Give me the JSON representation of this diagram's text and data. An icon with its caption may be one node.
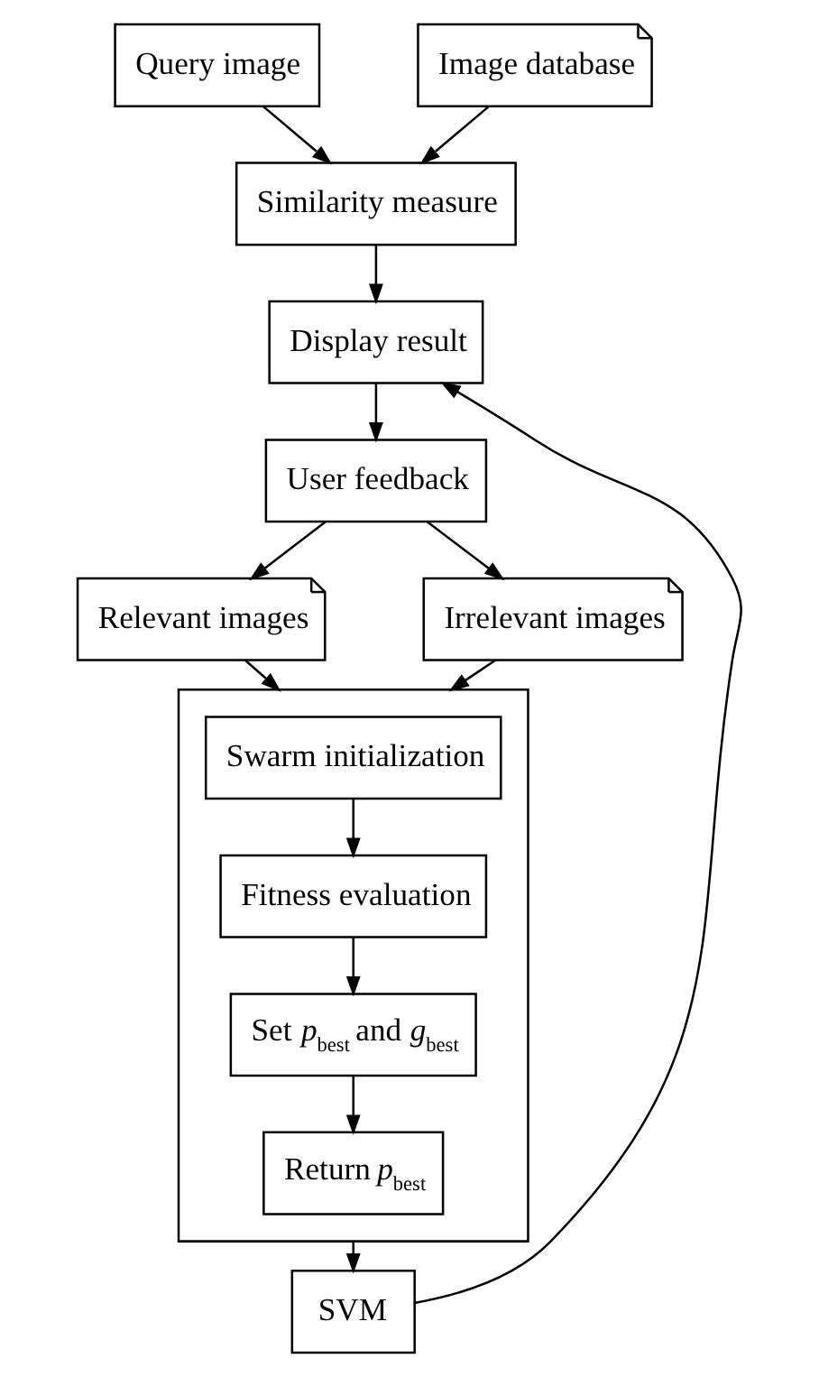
{
  "diagram": {
    "nodes": [
      {
        "text": [
          "Query image"
        ]
      },
      {
        "text": [
          "Image database"
        ]
      },
      {
        "text": [
          "Similarity measure"
        ]
      },
      {
        "text": [
          "Display result"
        ]
      },
      {
        "text": [
          "User feedback"
        ]
      },
      {
        "text": [
          "Relevant images"
        ]
      },
      {
        "text": [
          "Irrelevant images"
        ]
      },
      {
        "text": [],
        "shape": "box"
      },
      {
        "text": [
          "Swarm initialization"
        ],
        "in": 7
      },
      {
        "text": [
          "Fitness evaluation"
        ],
        "in": 7
      },
      {
        "text": [
          "Set *p*$_{best}$ and *g*$_{best}$"
        ],
        "in": 7
      },
      {
        "text": [
          "Return *p*$_{best}$"
        ],
        "in": 7
      },
      {
        "text": [
          "SVM"
        ]
      }
    ],
    "edges": [
      {
        "from": 0,
        "to": 2,
        "arrow": "to"
      },
      {
        "from": 1,
        "to": 2,
        "arrow": "to"
      },
      {
        "from": 2,
        "to": 3,
        "arrow": "to"
      },
      {
        "from": 3,
        "to": 4,
        "arrow": "to"
      },
      {
        "from": 4,
        "to": 5,
        "arrow": "to"
      },
      {
        "from": 4,
        "to": 6,
        "arrow": "to"
      },
      {
        "from": 5,
        "to": 7,
        "arrow": "to"
      },
      {
        "from": 6,
        "to": 7,
        "arrow": "to"
      },
      {
        "from": 8,
        "to": 9,
        "arrow": "to"
      },
      {
        "from": 9,
        "to": 10,
        "arrow": "to"
      },
      {
        "from": 10,
        "to": 11,
        "arrow": "to"
      },
      {
        "from": 7,
        "to": 12,
        "arrow": "to"
      },
      {
        "from": 12,
        "to": 3,
        "arrow": "to"
      }
    ]
  }
}
